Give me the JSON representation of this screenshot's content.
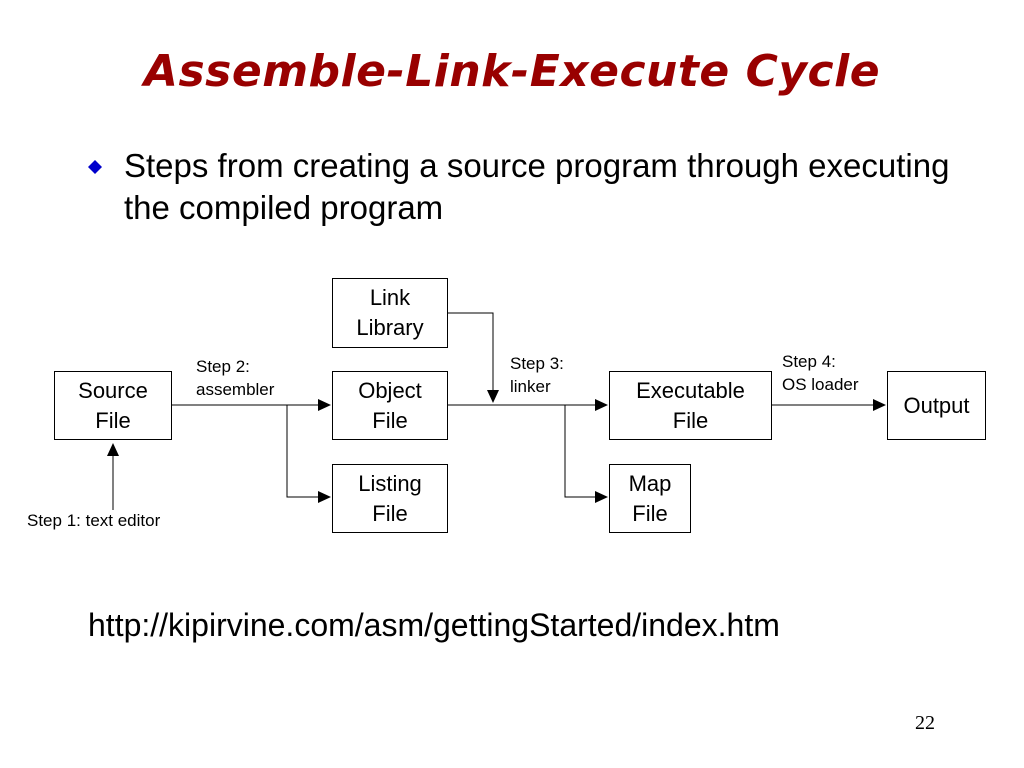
{
  "slide": {
    "title": "Assemble-Link-Execute Cycle",
    "title_color": "#990000",
    "bullet_color": "#0000cc",
    "bullet_text": "Steps from creating a source program through executing the compiled program",
    "url": "http://kipirvine.com/asm/gettingStarted/index.htm",
    "page_number": "22"
  },
  "diagram": {
    "nodes": {
      "source_file": "Source\nFile",
      "object_file": "Object\nFile",
      "link_library": "Link\nLibrary",
      "listing_file": "Listing\nFile",
      "executable_file": "Executable\nFile",
      "map_file": "Map\nFile",
      "output": "Output"
    },
    "labels": {
      "step1": "Step 1: text editor",
      "step2": "Step 2:\nassembler",
      "step3": "Step 3:\nlinker",
      "step4": "Step 4:\nOS loader"
    }
  }
}
